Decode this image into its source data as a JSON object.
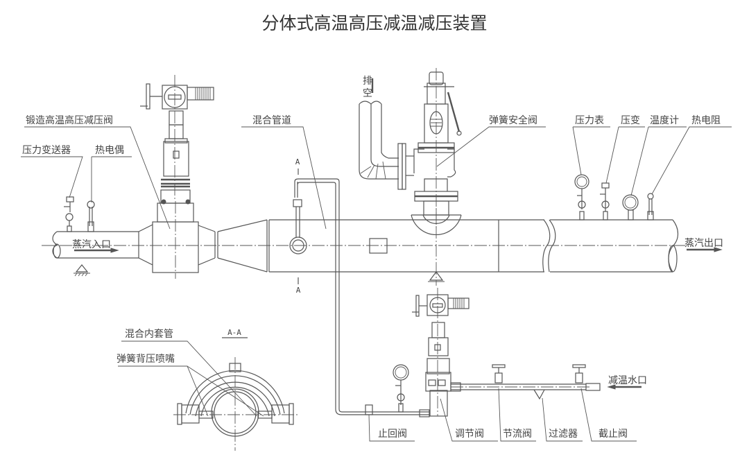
{
  "title": "分体式高温高压减温减压装置",
  "labels": {
    "forged_valve": "锻造高温高压减压阀",
    "pressure_transmitter": "压力变送器",
    "thermocouple": "热电偶",
    "mixing_pipe": "混合管道",
    "exhaust_1": "排",
    "exhaust_2": "空",
    "safety_valve": "弹簧安全阀",
    "pressure_gauge": "压力表",
    "pressure_transducer": "压变",
    "thermometer": "温度计",
    "thermal_resistor": "热电阻",
    "steam_inlet": "蒸汽入口",
    "steam_outlet": "蒸汽出口",
    "section_mark_top": "A",
    "section_mark_bottom": "A",
    "section_title": "A-A",
    "mixing_inner_sleeve": "混合内套管",
    "spring_backpressure_nozzle": "弹簧背压喷嘴",
    "check_valve": "止回阀",
    "regulating_valve": "调节阀",
    "throttle_valve": "节流阀",
    "filter": "过滤器",
    "shutoff_valve": "截止阀",
    "cooling_water_inlet": "减温水口"
  },
  "colors": {
    "line": "#555555",
    "text": "#444444",
    "background": "#ffffff"
  }
}
